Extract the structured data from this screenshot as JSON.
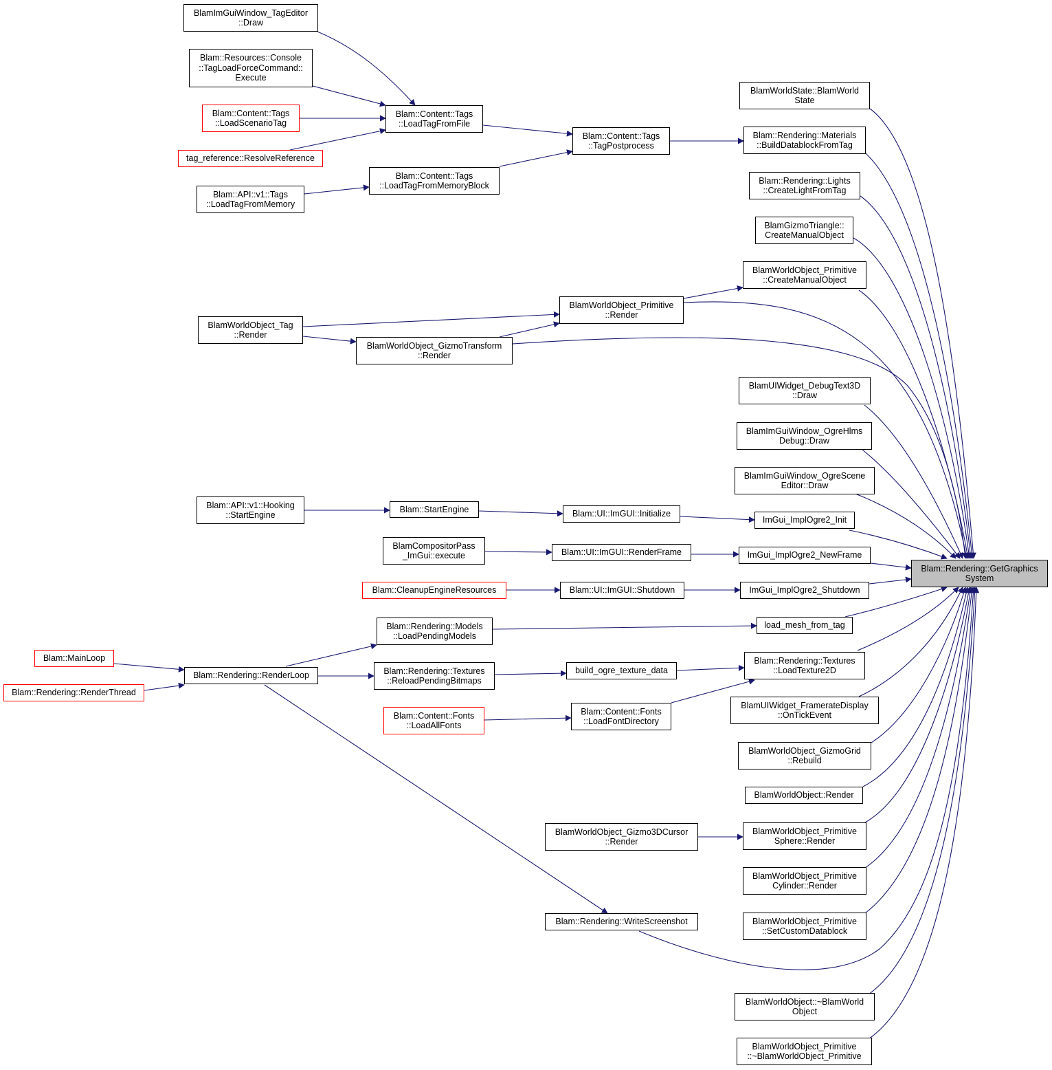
{
  "colors": {
    "edge": "#191970",
    "border": "#000000",
    "truncated_border": "#ff0000",
    "focus_fill": "#bfbfbf",
    "background": "#ffffff"
  },
  "nodes": {
    "focus": {
      "l1": "Blam::Rendering::GetGraphics",
      "l2": "System"
    },
    "imgui_tageditor": {
      "l1": "BlamImGuiWindow_TagEditor",
      "l2": "::Draw"
    },
    "console_force": {
      "l1": "Blam::Resources::Console",
      "l2": "::TagLoadForceCommand::",
      "l3": "Execute"
    },
    "load_scenario": {
      "l1": "Blam::Content::Tags",
      "l2": "::LoadScenarioTag"
    },
    "resolve_ref": {
      "l1": "tag_reference::ResolveReference"
    },
    "api_load_mem": {
      "l1": "Blam::API::v1::Tags",
      "l2": "::LoadTagFromMemory"
    },
    "load_from_file": {
      "l1": "Blam::Content::Tags",
      "l2": "::LoadTagFromFile"
    },
    "load_from_mem_block": {
      "l1": "Blam::Content::Tags",
      "l2": "::LoadTagFromMemoryBlock"
    },
    "tag_postprocess": {
      "l1": "Blam::Content::Tags",
      "l2": "::TagPostprocess"
    },
    "world_state": {
      "l1": "BlamWorldState::BlamWorld",
      "l2": "State"
    },
    "build_datablock": {
      "l1": "Blam::Rendering::Materials",
      "l2": "::BuildDatablockFromTag"
    },
    "create_light": {
      "l1": "Blam::Rendering::Lights",
      "l2": "::CreateLightFromTag"
    },
    "gizmo_triangle": {
      "l1": "BlamGizmoTriangle::",
      "l2": "CreateManualObject"
    },
    "prim_create_manual": {
      "l1": "BlamWorldObject_Primitive",
      "l2": "::CreateManualObject"
    },
    "prim_render": {
      "l1": "BlamWorldObject_Primitive",
      "l2": "::Render"
    },
    "tag_render": {
      "l1": "BlamWorldObject_Tag",
      "l2": "::Render"
    },
    "gizmo_transform_render": {
      "l1": "BlamWorldObject_GizmoTransform",
      "l2": "::Render"
    },
    "debugtext3d": {
      "l1": "BlamUIWidget_DebugText3D",
      "l2": "::Draw"
    },
    "ogre_hlms": {
      "l1": "BlamImGuiWindow_OgreHlms",
      "l2": "Debug::Draw"
    },
    "ogre_scene": {
      "l1": "BlamImGuiWindow_OgreScene",
      "l2": "Editor::Draw"
    },
    "hooking_start": {
      "l1": "Blam::API::v1::Hooking",
      "l2": "::StartEngine"
    },
    "start_engine": {
      "l1": "Blam::StartEngine"
    },
    "ui_initialize": {
      "l1": "Blam::UI::ImGUI::Initialize"
    },
    "impl_init": {
      "l1": "ImGui_ImplOgre2_Init"
    },
    "compositor_exec": {
      "l1": "BlamCompositorPass",
      "l2": "_ImGui::execute"
    },
    "ui_renderframe": {
      "l1": "Blam::UI::ImGUI::RenderFrame"
    },
    "impl_newframe": {
      "l1": "ImGui_ImplOgre2_NewFrame"
    },
    "cleanup": {
      "l1": "Blam::CleanupEngineResources"
    },
    "ui_shutdown": {
      "l1": "Blam::UI::ImGUI::Shutdown"
    },
    "impl_shutdown": {
      "l1": "ImGui_ImplOgre2_Shutdown"
    },
    "load_pending_models": {
      "l1": "Blam::Rendering::Models",
      "l2": "::LoadPendingModels"
    },
    "load_mesh": {
      "l1": "load_mesh_from_tag"
    },
    "main_loop": {
      "l1": "Blam::MainLoop"
    },
    "render_thread": {
      "l1": "Blam::Rendering::RenderThread"
    },
    "render_loop": {
      "l1": "Blam::Rendering::RenderLoop"
    },
    "reload_bitmaps": {
      "l1": "Blam::Rendering::Textures",
      "l2": "::ReloadPendingBitmaps"
    },
    "build_texture": {
      "l1": "build_ogre_texture_data"
    },
    "load_texture2d": {
      "l1": "Blam::Rendering::Textures",
      "l2": "::LoadTexture2D"
    },
    "load_all_fonts": {
      "l1": "Blam::Content::Fonts",
      "l2": "::LoadAllFonts"
    },
    "load_font_dir": {
      "l1": "Blam::Content::Fonts",
      "l2": "::LoadFontDirectory"
    },
    "framerate": {
      "l1": "BlamUIWidget_FramerateDisplay",
      "l2": "::OnTickEvent"
    },
    "gizmo_grid": {
      "l1": "BlamWorldObject_GizmoGrid",
      "l2": "::Rebuild"
    },
    "worldobject_render": {
      "l1": "BlamWorldObject::Render"
    },
    "gizmo3d_cursor": {
      "l1": "BlamWorldObject_Gizmo3DCursor",
      "l2": "::Render"
    },
    "sphere_render": {
      "l1": "BlamWorldObject_Primitive",
      "l2": "Sphere::Render"
    },
    "cylinder_render": {
      "l1": "BlamWorldObject_Primitive",
      "l2": "Cylinder::Render"
    },
    "custom_datablock": {
      "l1": "BlamWorldObject_Primitive",
      "l2": "::SetCustomDatablock"
    },
    "write_screenshot": {
      "l1": "Blam::Rendering::WriteScreenshot"
    },
    "dtor_worldobject": {
      "l1": "BlamWorldObject::~BlamWorld",
      "l2": "Object"
    },
    "dtor_primitive": {
      "l1": "BlamWorldObject_Primitive",
      "l2": "::~BlamWorldObject_Primitive"
    }
  }
}
